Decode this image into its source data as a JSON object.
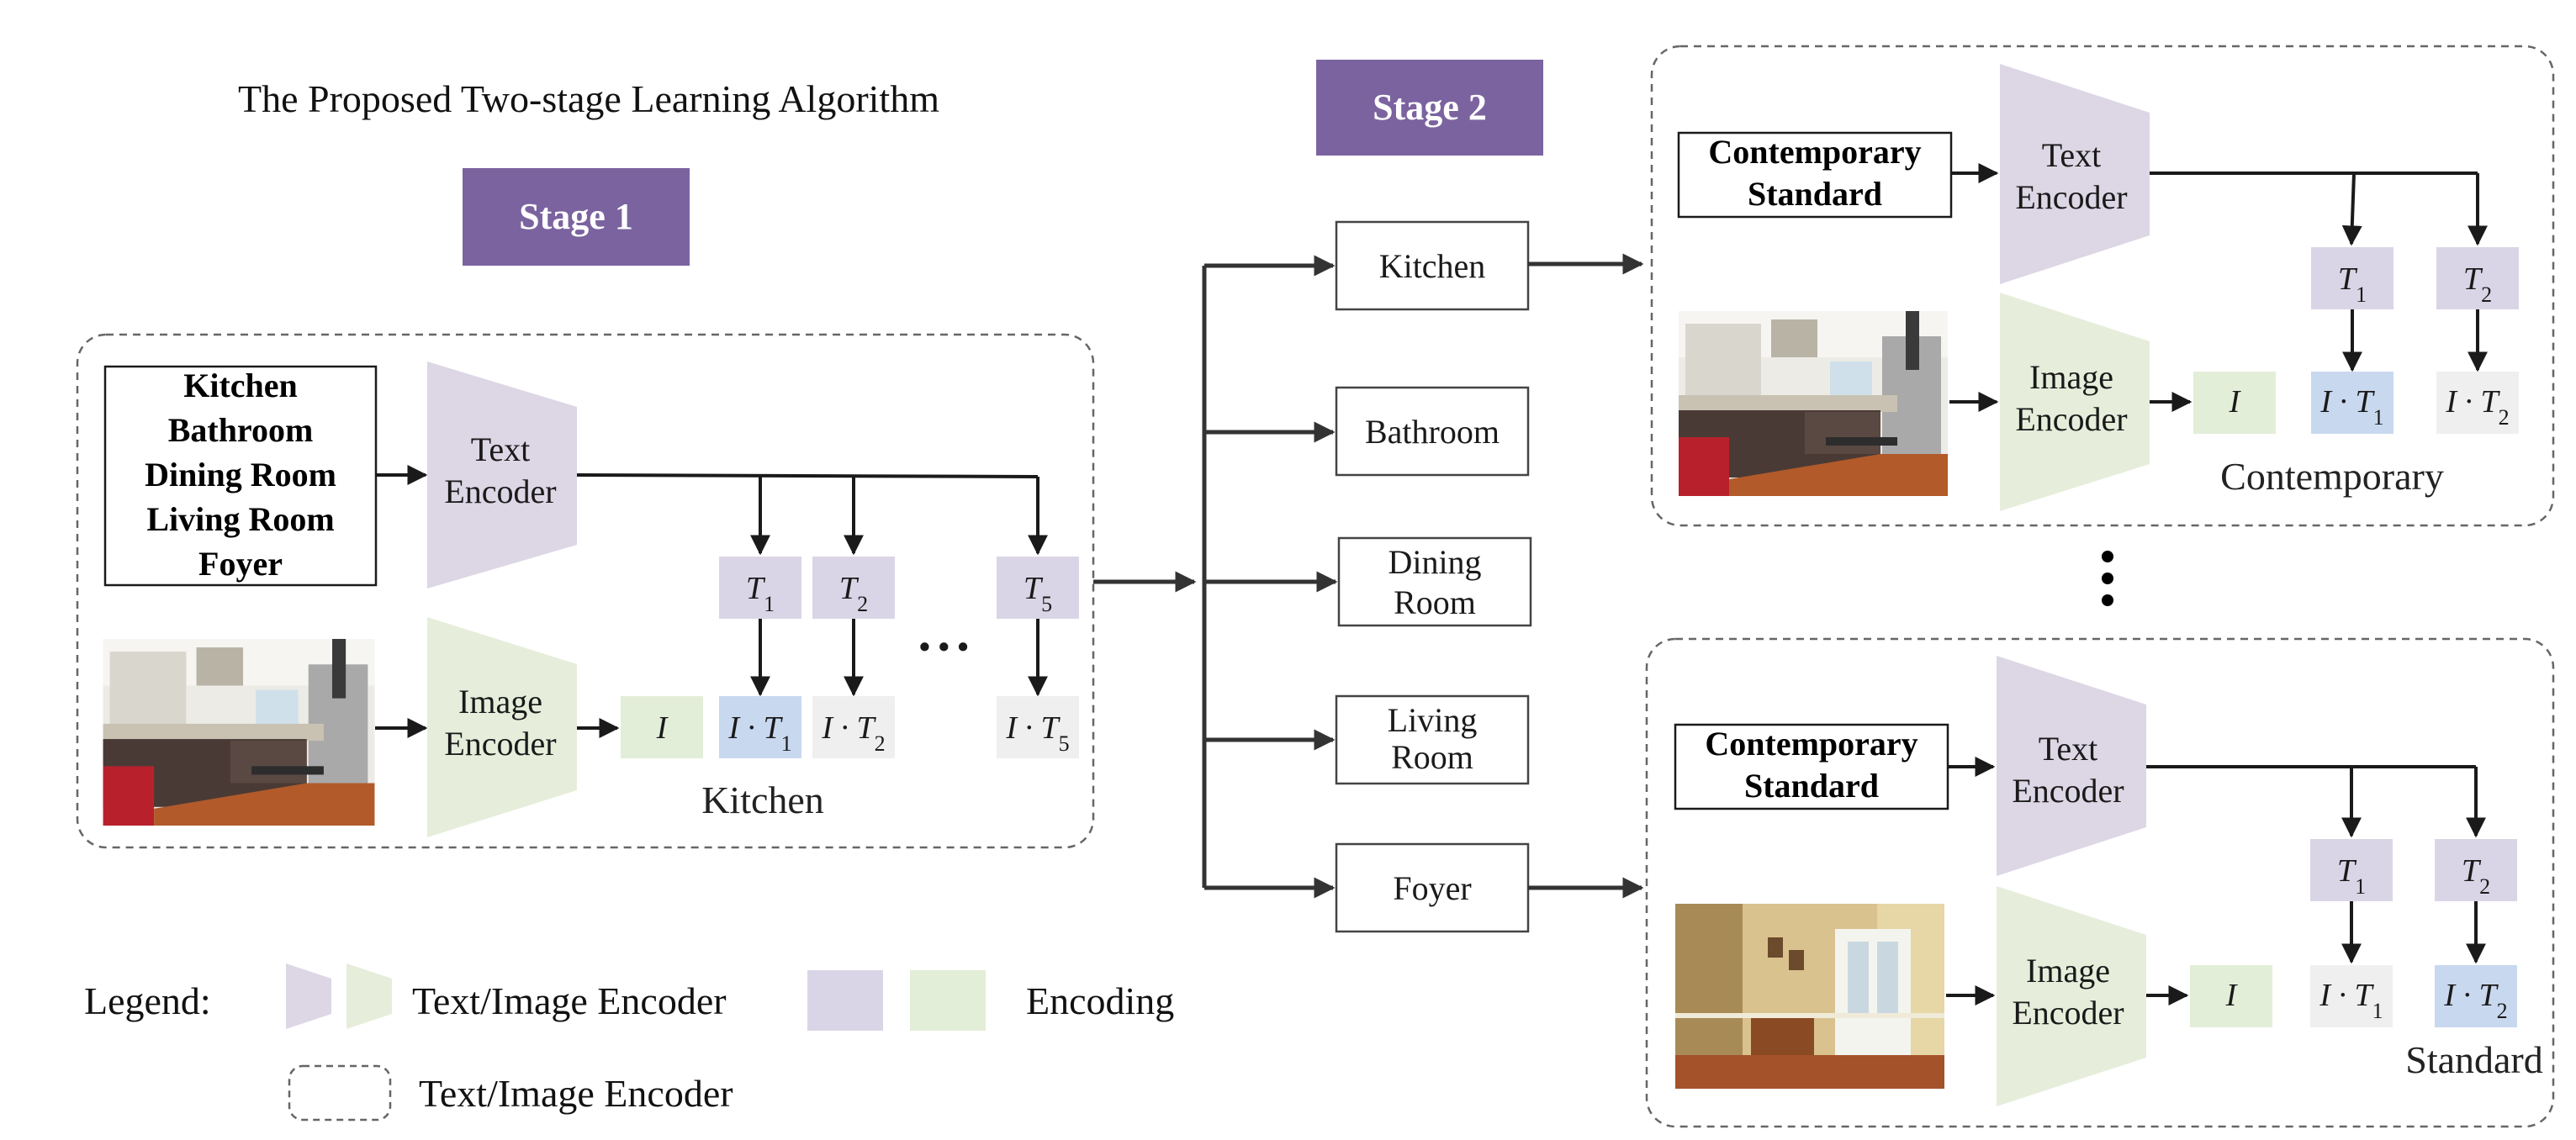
{
  "title": "The Proposed Two-stage Learning Algorithm",
  "colors": {
    "stage_fill": "#7b63a0",
    "text_encoder_fill": "#dcd6e5",
    "image_encoder_fill": "#e6eedb",
    "text_token_fill": "#dad5e6",
    "image_token_fill": "#e3eed8",
    "highlight_fill": "#c8d8ef",
    "neutral_fill": "#efefef"
  },
  "stage1": {
    "label": "Stage 1",
    "text_input": [
      "Kitchen",
      "Bathroom",
      "Dining Room",
      "Living Room",
      "Foyer"
    ],
    "text_encoder": [
      "Text",
      "Encoder"
    ],
    "image_encoder": [
      "Image",
      "Encoder"
    ],
    "image_icon": "kitchen-photo",
    "image_token": "I",
    "text_tokens": [
      {
        "base": "T",
        "sub": "1"
      },
      {
        "base": "T",
        "sub": "2"
      },
      {
        "base": "T",
        "sub": "5"
      }
    ],
    "products": [
      {
        "base": "I · T",
        "sub": "1"
      },
      {
        "base": "I · T",
        "sub": "2"
      },
      {
        "base": "I · T",
        "sub": "5"
      }
    ],
    "ellipsis": "• • •",
    "result_label": "Kitchen"
  },
  "stage2": {
    "label": "Stage 2",
    "categories": [
      "Kitchen",
      "Bathroom",
      [
        "Dining",
        "Room"
      ],
      [
        "Living",
        "Room"
      ],
      "Foyer"
    ],
    "vertical_ellipsis": "⋮",
    "panels": [
      {
        "text_input": [
          "Contemporary",
          "Standard"
        ],
        "text_encoder": [
          "Text",
          "Encoder"
        ],
        "image_encoder": [
          "Image",
          "Encoder"
        ],
        "image_icon": "kitchen-photo",
        "image_token": "I",
        "text_tokens": [
          {
            "base": "T",
            "sub": "1"
          },
          {
            "base": "T",
            "sub": "2"
          }
        ],
        "products": [
          {
            "base": "I · T",
            "sub": "1"
          },
          {
            "base": "I · T",
            "sub": "2"
          }
        ],
        "highlighted_index": 0,
        "result_label": "Contemporary"
      },
      {
        "text_input": [
          "Contemporary",
          "Standard"
        ],
        "text_encoder": [
          "Text",
          "Encoder"
        ],
        "image_encoder": [
          "Image",
          "Encoder"
        ],
        "image_icon": "foyer-photo",
        "image_token": "I",
        "text_tokens": [
          {
            "base": "T",
            "sub": "1"
          },
          {
            "base": "T",
            "sub": "2"
          }
        ],
        "products": [
          {
            "base": "I · T",
            "sub": "1"
          },
          {
            "base": "I · T",
            "sub": "2"
          }
        ],
        "highlighted_index": 1,
        "result_label": "Standard"
      }
    ]
  },
  "legend": {
    "label": "Legend:",
    "encoder_label": "Text/Image Encoder",
    "encoding_label": "Encoding",
    "dashed_label": "Text/Image Encoder"
  }
}
